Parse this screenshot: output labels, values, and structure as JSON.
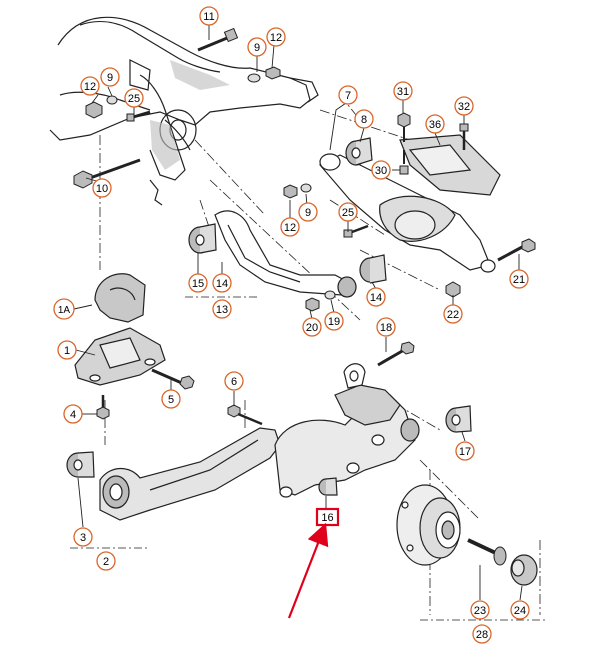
{
  "callouts": {
    "c11": "11",
    "c9a": "9",
    "c12a": "12",
    "c12b": "12",
    "c9b": "9",
    "c25a": "25",
    "c10": "10",
    "c7": "7",
    "c31": "31",
    "c32": "32",
    "c8": "8",
    "c36": "36",
    "c30": "30",
    "c12c": "12",
    "c9c": "9",
    "c25b": "25",
    "c21": "21",
    "c15": "15",
    "c14a": "14",
    "c13": "13",
    "c14b": "14",
    "c20": "20",
    "c19": "19",
    "c22": "22",
    "c1a": "1A",
    "c1": "1",
    "c5": "5",
    "c4": "4",
    "c6": "6",
    "c18": "18",
    "c17": "17",
    "c3": "3",
    "c2": "2",
    "c16": "16",
    "c23": "23",
    "c24": "24",
    "c28": "28"
  },
  "colors": {
    "callout_stroke": "#d9662b",
    "highlight_box": "#e0001b",
    "arrow": "#e0001b",
    "line": "#222222"
  }
}
